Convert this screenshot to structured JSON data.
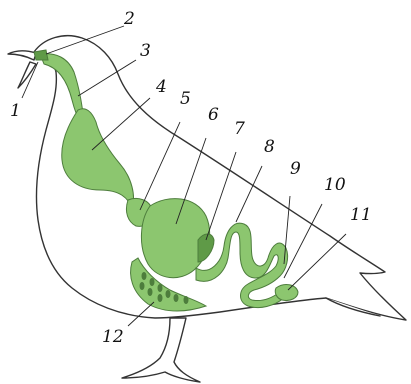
{
  "diagram": {
    "labels": [
      "1",
      "2",
      "3",
      "4",
      "5",
      "6",
      "7",
      "8",
      "9",
      "10",
      "11",
      "12"
    ],
    "colors": {
      "organ_fill": "#8cc66f",
      "organ_dark": "#5f9a47",
      "outline": "#333333"
    }
  }
}
